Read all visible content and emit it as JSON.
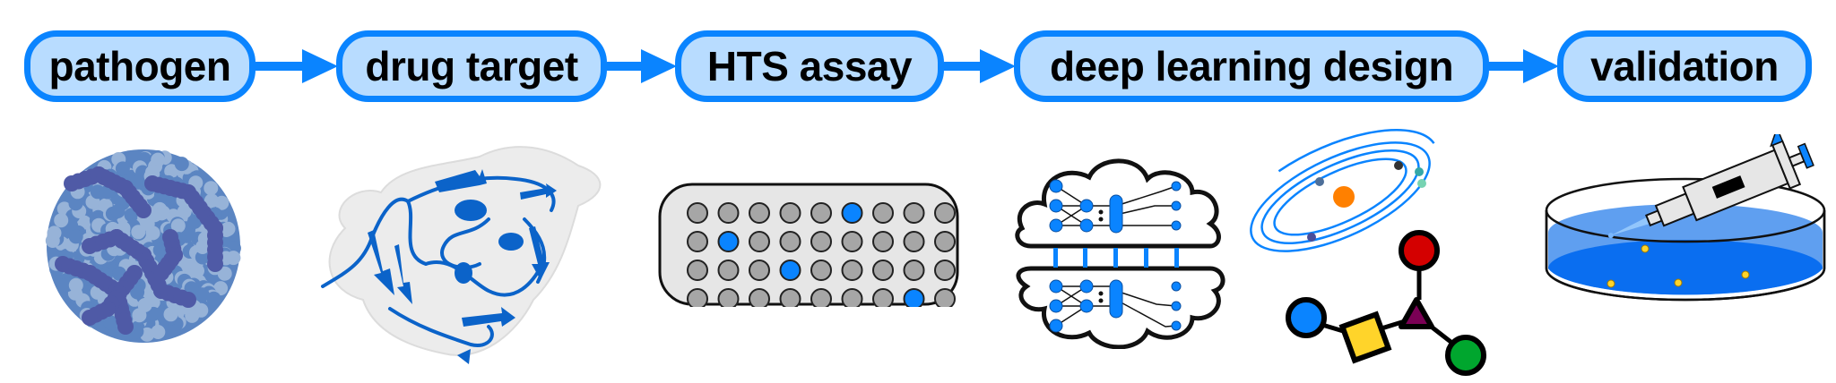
{
  "colors": {
    "accent": "#0a84ff",
    "box_fill": "#b8dcff",
    "text": "#000000",
    "virus_dark": "#4f5aa6",
    "virus_mid": "#5b85c2",
    "virus_light": "#97b3d8",
    "protein_ribbon": "#0b63c9",
    "protein_surface": "#ececec",
    "well_gray": "#a6a6a6",
    "well_hit": "#0a84ff",
    "plate_fill": "#e6e6e6",
    "sun": "#ff8000",
    "node_red": "#d40000",
    "node_blue": "#0a84ff",
    "node_yellow": "#ffd42a",
    "node_green": "#00a62e",
    "node_purple": "#7a0055",
    "liquid_light": "#5f9ff0",
    "liquid_dark": "#0a6ef0",
    "particle": "#ffd42a"
  },
  "pipeline": {
    "stages": [
      {
        "label": "pathogen",
        "illustration": "virus-capsid"
      },
      {
        "label": "drug target",
        "illustration": "protein-structure"
      },
      {
        "label": "HTS assay",
        "illustration": "well-plate"
      },
      {
        "label": "deep learning design",
        "illustration": "neural-network-clouds-and-molecule"
      },
      {
        "label": "validation",
        "illustration": "petri-dish-with-pipette"
      }
    ],
    "connector": "arrow-right-icon"
  },
  "well_plate": {
    "rows": 4,
    "columns": 9,
    "hits": [
      [
        0,
        5
      ],
      [
        1,
        1
      ],
      [
        2,
        3
      ],
      [
        3,
        7
      ]
    ]
  }
}
